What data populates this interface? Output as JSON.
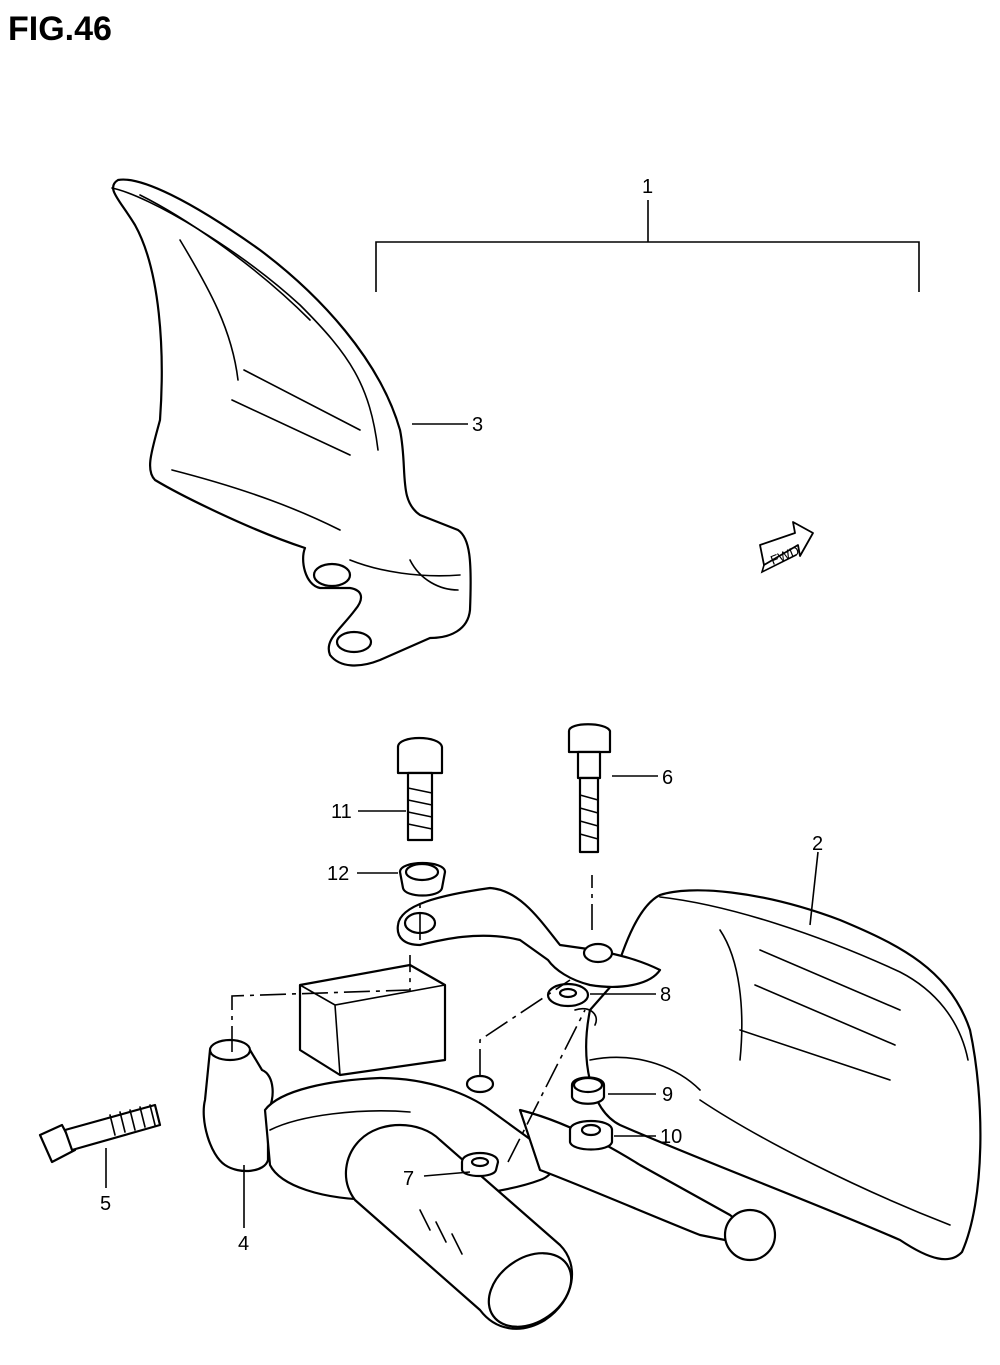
{
  "figure": {
    "title": "FIG.46"
  },
  "badge": {
    "text": "FWD"
  },
  "callouts": [
    "1",
    "2",
    "3",
    "4",
    "5",
    "6",
    "7",
    "8",
    "9",
    "10",
    "11",
    "12"
  ]
}
